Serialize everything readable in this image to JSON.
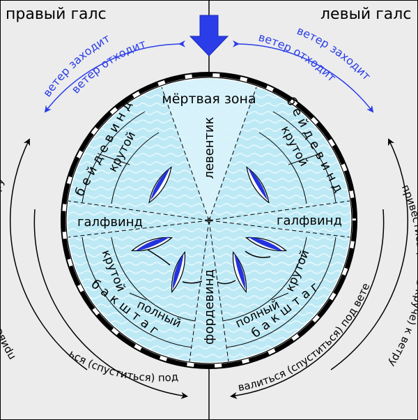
{
  "tacks": {
    "starboard": "правый галс",
    "port": "левый галс"
  },
  "wind_shift": {
    "veer": "ветер заходит",
    "back": "ветер отходит"
  },
  "helm": {
    "head_up": "привестись (взять круче) к ветру",
    "bear_away": "увалиться (спуститься) под ветер"
  },
  "zones": {
    "dead_zone": "мёртвая зона",
    "in_irons": "левентик",
    "close_hauled": "бейдевинд",
    "close_hauled_tight": "крутой",
    "beam_reach": "галфвинд",
    "broad_reach": "бакштаг",
    "broad_reach_tight": "крутой",
    "broad_reach_full": "полный",
    "running": "фордевинд"
  },
  "colors": {
    "water": "#bde9f5",
    "dead_zone": "#d9f3fb",
    "sail": "#2233dd",
    "arrow": "#2a3de8",
    "background": "#ececec"
  }
}
